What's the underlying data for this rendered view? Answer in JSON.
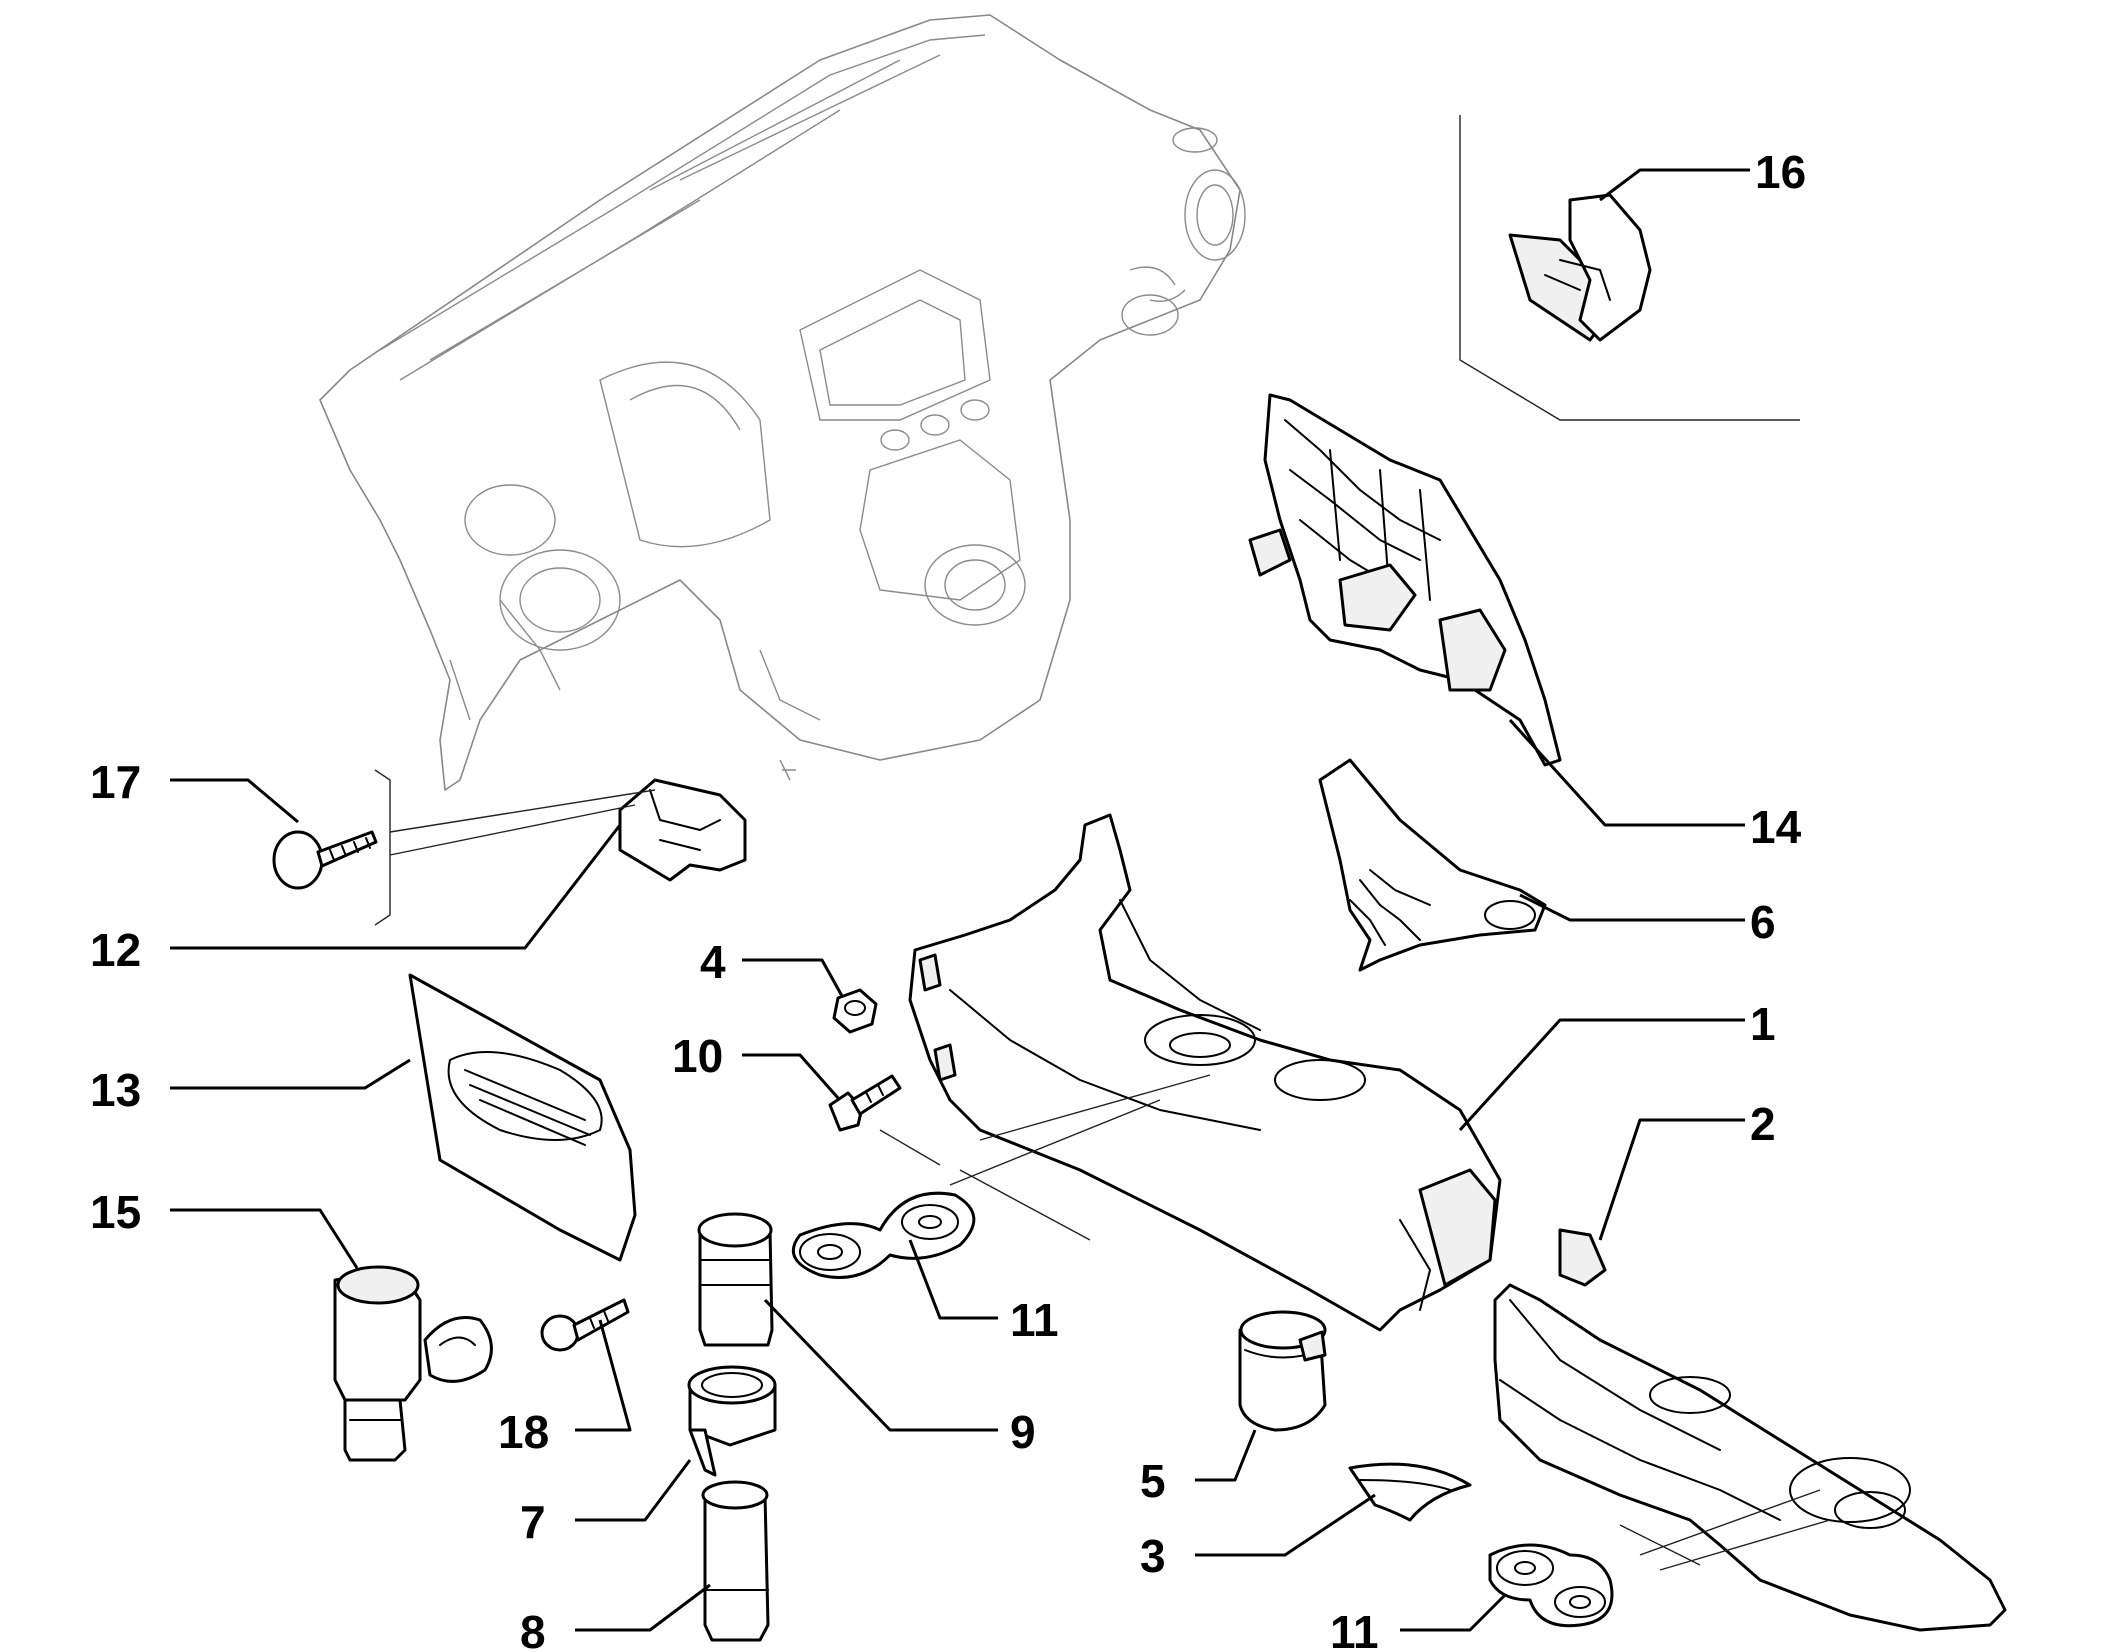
{
  "diagram": {
    "callouts": [
      {
        "id": "c1",
        "text": "1"
      },
      {
        "id": "c2",
        "text": "2"
      },
      {
        "id": "c3",
        "text": "3"
      },
      {
        "id": "c4",
        "text": "4"
      },
      {
        "id": "c5",
        "text": "5"
      },
      {
        "id": "c6",
        "text": "6"
      },
      {
        "id": "c7",
        "text": "7"
      },
      {
        "id": "c8",
        "text": "8"
      },
      {
        "id": "c9",
        "text": "9"
      },
      {
        "id": "c10",
        "text": "10"
      },
      {
        "id": "c11a",
        "text": "11"
      },
      {
        "id": "c11b",
        "text": "11"
      },
      {
        "id": "c12",
        "text": "12"
      },
      {
        "id": "c13",
        "text": "13"
      },
      {
        "id": "c14",
        "text": "14"
      },
      {
        "id": "c15",
        "text": "15"
      },
      {
        "id": "c16",
        "text": "16"
      },
      {
        "id": "c17",
        "text": "17"
      },
      {
        "id": "c18",
        "text": "18"
      }
    ],
    "colors": {
      "line": "#000000",
      "background": "#ffffff",
      "dashboard_line": "#888888"
    }
  }
}
